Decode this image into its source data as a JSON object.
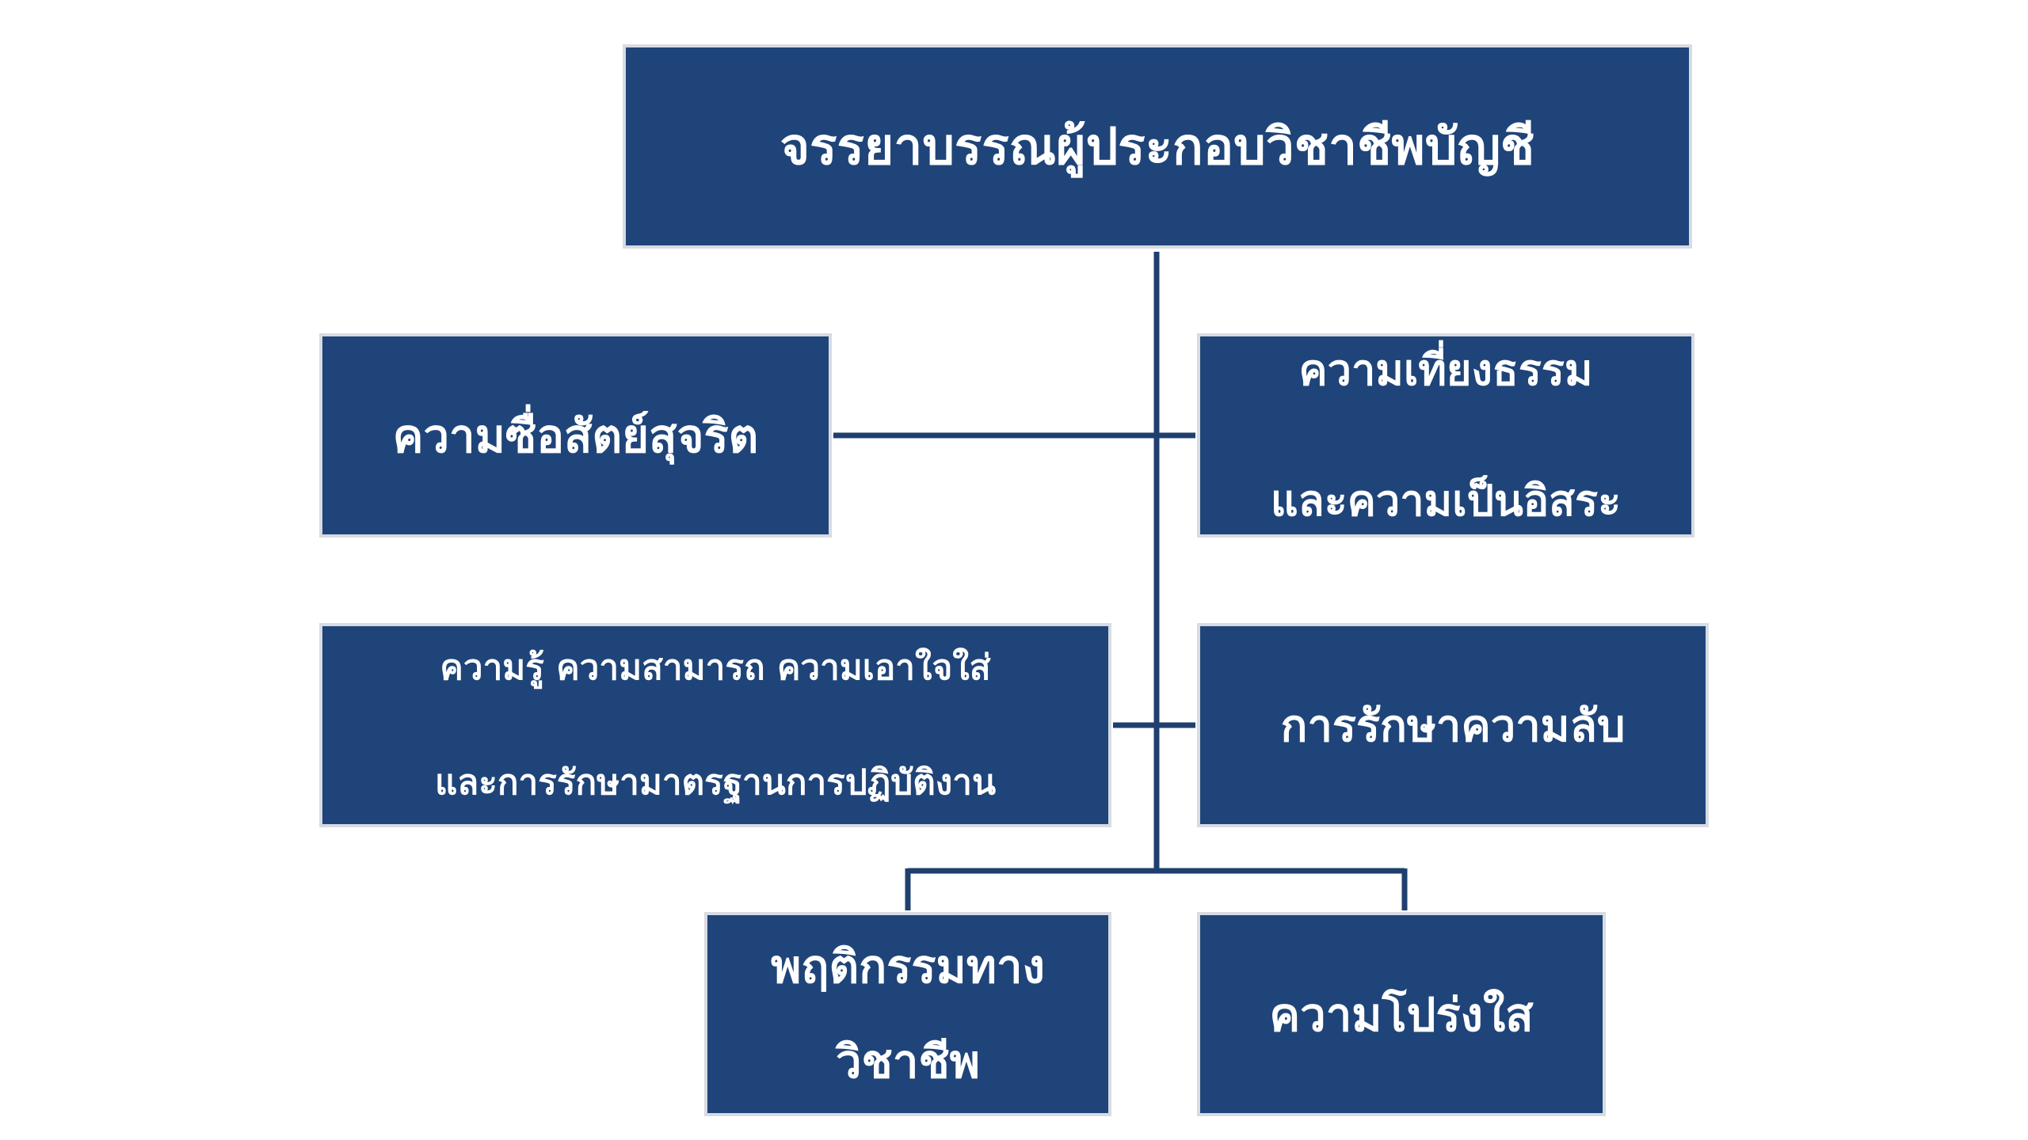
{
  "diagram": {
    "root": "จรรยาบรรณผู้ประกอบวิชาชีพบัญชี",
    "integrity": "ความซื่อสัตย์สุจริต",
    "objectivity": [
      "ความเที่ยงธรรม",
      "และความเป็นอิสระ"
    ],
    "competence": [
      "ความรู้ ความสามารถ ความเอาใจใส่",
      "และการรักษามาตรฐานการปฏิบัติงาน"
    ],
    "confidentiality": "การรักษาความลับ",
    "professional_behavior": [
      "พฤติกรรมทาง",
      "วิชาชีพ"
    ],
    "transparency": "ความโปร่งใส"
  },
  "colors": {
    "box_fill": "#1f4479",
    "line": "#1f3f6e",
    "text": "#ffffff"
  }
}
